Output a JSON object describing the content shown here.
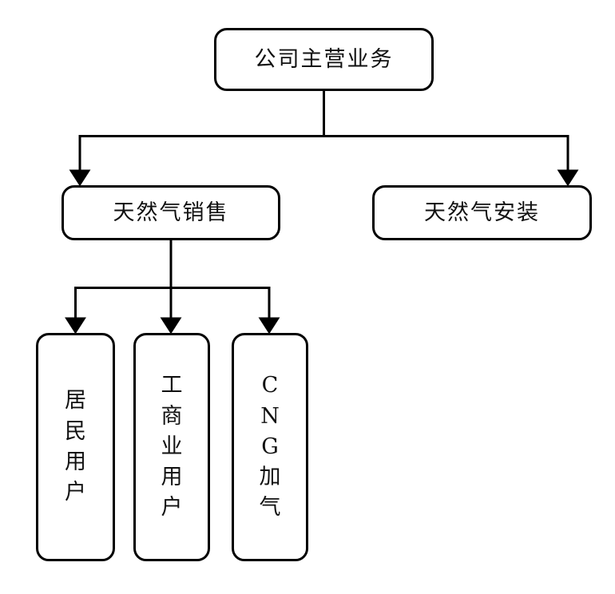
{
  "diagram": {
    "type": "organization-tree",
    "title": "公司主营业务",
    "orientation": "top-down",
    "colors": {
      "stroke": "#000000",
      "fill": "#ffffff",
      "text": "#111111"
    },
    "nodes": {
      "root": {
        "label": "公司主营业务",
        "text_direction": "horizontal",
        "level": 1
      },
      "sales": {
        "label": "天然气销售",
        "text_direction": "horizontal",
        "level": 2
      },
      "install": {
        "label": "天然气安装",
        "text_direction": "horizontal",
        "level": 2
      },
      "resident": {
        "label": "居民用户",
        "text_direction": "vertical",
        "chars": [
          "居",
          "民",
          "用",
          "户"
        ],
        "level": 3
      },
      "commerce": {
        "label": "工商业用户",
        "text_direction": "vertical",
        "chars": [
          "工",
          "商",
          "业",
          "用",
          "户"
        ],
        "level": 3
      },
      "cng": {
        "label": "CNG加气",
        "text_direction": "vertical",
        "chars": [
          "C",
          "N",
          "G",
          "加",
          "气"
        ],
        "level": 3
      }
    },
    "edges": [
      {
        "from": "root",
        "to": "sales",
        "arrow": "down"
      },
      {
        "from": "root",
        "to": "install",
        "arrow": "down"
      },
      {
        "from": "sales",
        "to": "resident",
        "arrow": "down"
      },
      {
        "from": "sales",
        "to": "commerce",
        "arrow": "down"
      },
      {
        "from": "sales",
        "to": "cng",
        "arrow": "down"
      }
    ]
  }
}
